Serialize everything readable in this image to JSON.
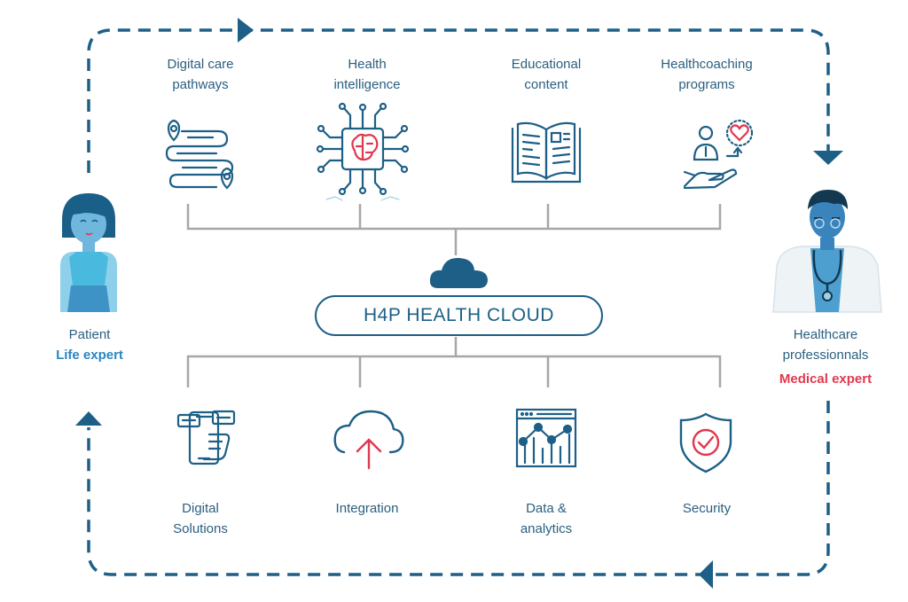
{
  "colors": {
    "primary": "#1d5f86",
    "connector": "#a7a7a7",
    "patient_expert": "#2a86c2",
    "medical_expert": "#e0384e",
    "accent_red": "#e0384e"
  },
  "top_items": [
    {
      "label": "Digital care\npathways",
      "icon": "map-route-icon"
    },
    {
      "label": "Health\nintelligence",
      "icon": "ai-brain-chip-icon"
    },
    {
      "label": "Educational\ncontent",
      "icon": "open-book-icon"
    },
    {
      "label": "Healthcoaching\nprograms",
      "icon": "coaching-heart-hand-icon"
    }
  ],
  "cloud": {
    "label": "H4P HEALTH CLOUD",
    "icon": "cloud-icon"
  },
  "bottom_items": [
    {
      "label": "Digital\nSolutions",
      "icon": "mobile-chat-icon"
    },
    {
      "label": "Integration",
      "icon": "cloud-upload-icon"
    },
    {
      "label": "Data &\nanalytics",
      "icon": "analytics-dashboard-icon"
    },
    {
      "label": "Security",
      "icon": "shield-check-icon"
    }
  ],
  "patient": {
    "name": "Patient",
    "expert": "Life expert",
    "icon": "patient-avatar-icon"
  },
  "professional": {
    "name": "Healthcare\nprofessionnals",
    "expert": "Medical expert",
    "icon": "doctor-avatar-icon"
  }
}
